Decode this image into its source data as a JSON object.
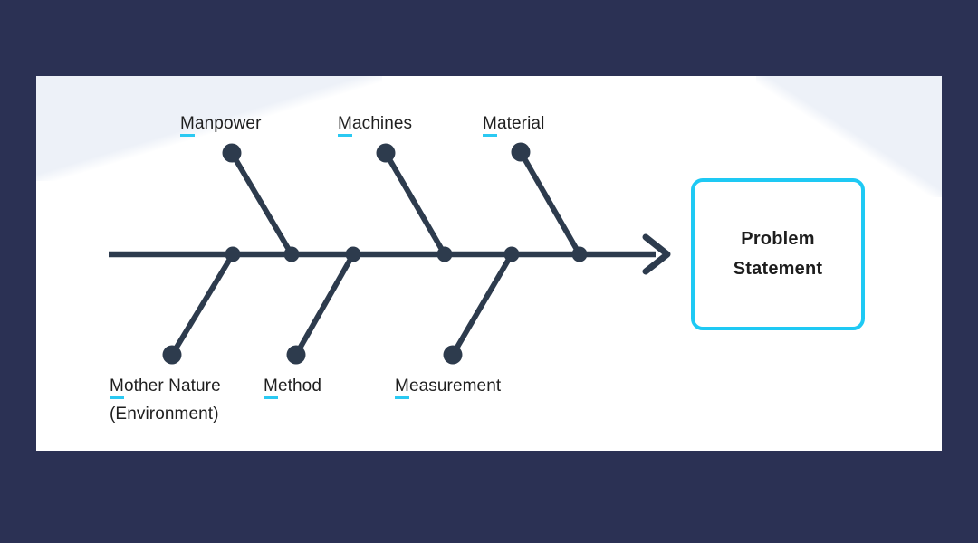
{
  "diagram": {
    "type": "fishbone",
    "effect": {
      "line1": "Problem",
      "line2": "Statement"
    },
    "top_causes": [
      {
        "initial": "M",
        "rest": "anpower"
      },
      {
        "initial": "M",
        "rest": "achines"
      },
      {
        "initial": "M",
        "rest": "aterial"
      }
    ],
    "bottom_causes": [
      {
        "initial": "M",
        "rest": "other Nature",
        "line2": "(Environment)"
      },
      {
        "initial": "M",
        "rest": "ethod"
      },
      {
        "initial": "M",
        "rest": "easurement"
      }
    ],
    "colors": {
      "background_navy": "#2b3154",
      "card_white": "#ffffff",
      "corner_wash": "#edf1f8",
      "bone_dark": "#2d3b4d",
      "accent_cyan": "#1ec9f4",
      "label_text": "#1f1f1f"
    }
  }
}
